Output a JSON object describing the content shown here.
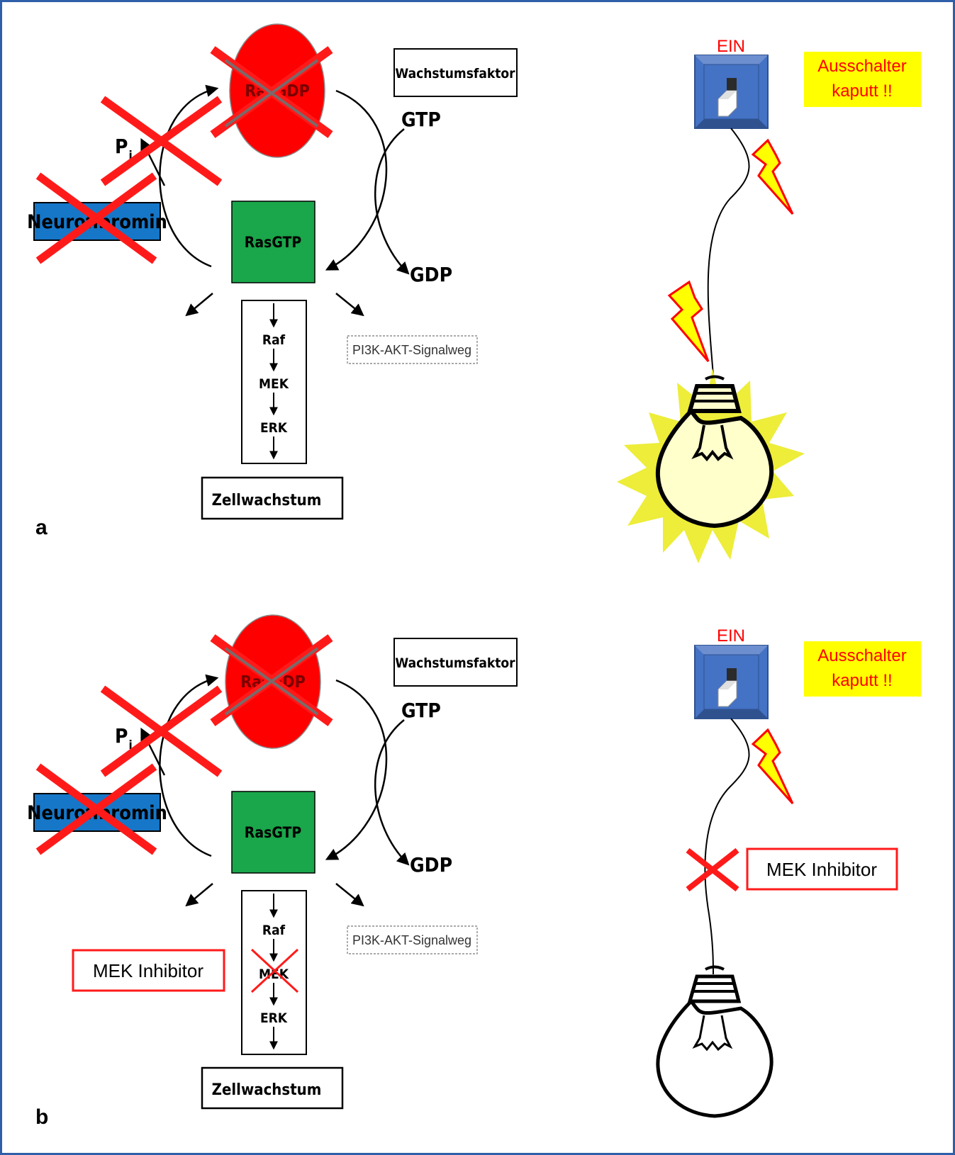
{
  "panel_a": {
    "label": "a",
    "rasgdp": "RasGDP",
    "wachstumsfaktor": "Wachstumsfaktor",
    "gtp": "GTP",
    "gdp": "GDP",
    "pi_main": "P",
    "pi_sub": "i",
    "neurofibromin": "Neurofibromin",
    "rasgtp": "RasGTP",
    "cascade": [
      "Raf",
      "MEK",
      "ERK"
    ],
    "pi3k": "PI3K-AKT-Signalweg",
    "zellwachstum": "Zellwachstum",
    "switch_label": "EIN",
    "note_line1": "Ausschalter",
    "note_line2": "kaputt !!"
  },
  "panel_b": {
    "label": "b",
    "rasgdp": "RasGDP",
    "wachstumsfaktor": "Wachstumsfaktor",
    "gtp": "GTP",
    "gdp": "GDP",
    "pi_main": "P",
    "pi_sub": "i",
    "neurofibromin": "Neurofibromin",
    "rasgtp": "RasGTP",
    "cascade": [
      "Raf",
      "MEK",
      "ERK"
    ],
    "pi3k": "PI3K-AKT-Signalweg",
    "zellwachstum": "Zellwachstum",
    "inhibitor_left": "MEK Inhibitor",
    "inhibitor_right": "MEK Inhibitor",
    "switch_label": "EIN",
    "note_line1": "Ausschalter",
    "note_line2": "kaputt !!"
  },
  "colors": {
    "frame": "#2e5fa8",
    "ras_gdp": "#ff0000",
    "ras_gtp": "#1aa64a",
    "neurofibromin": "#1677c8",
    "cross": "#ff1a1a",
    "switch": "#4472c4",
    "note_bg": "#ffff00",
    "note_text": "#ff0000",
    "glow": "#eded3a",
    "bulb_lit": "#ffffcc"
  }
}
